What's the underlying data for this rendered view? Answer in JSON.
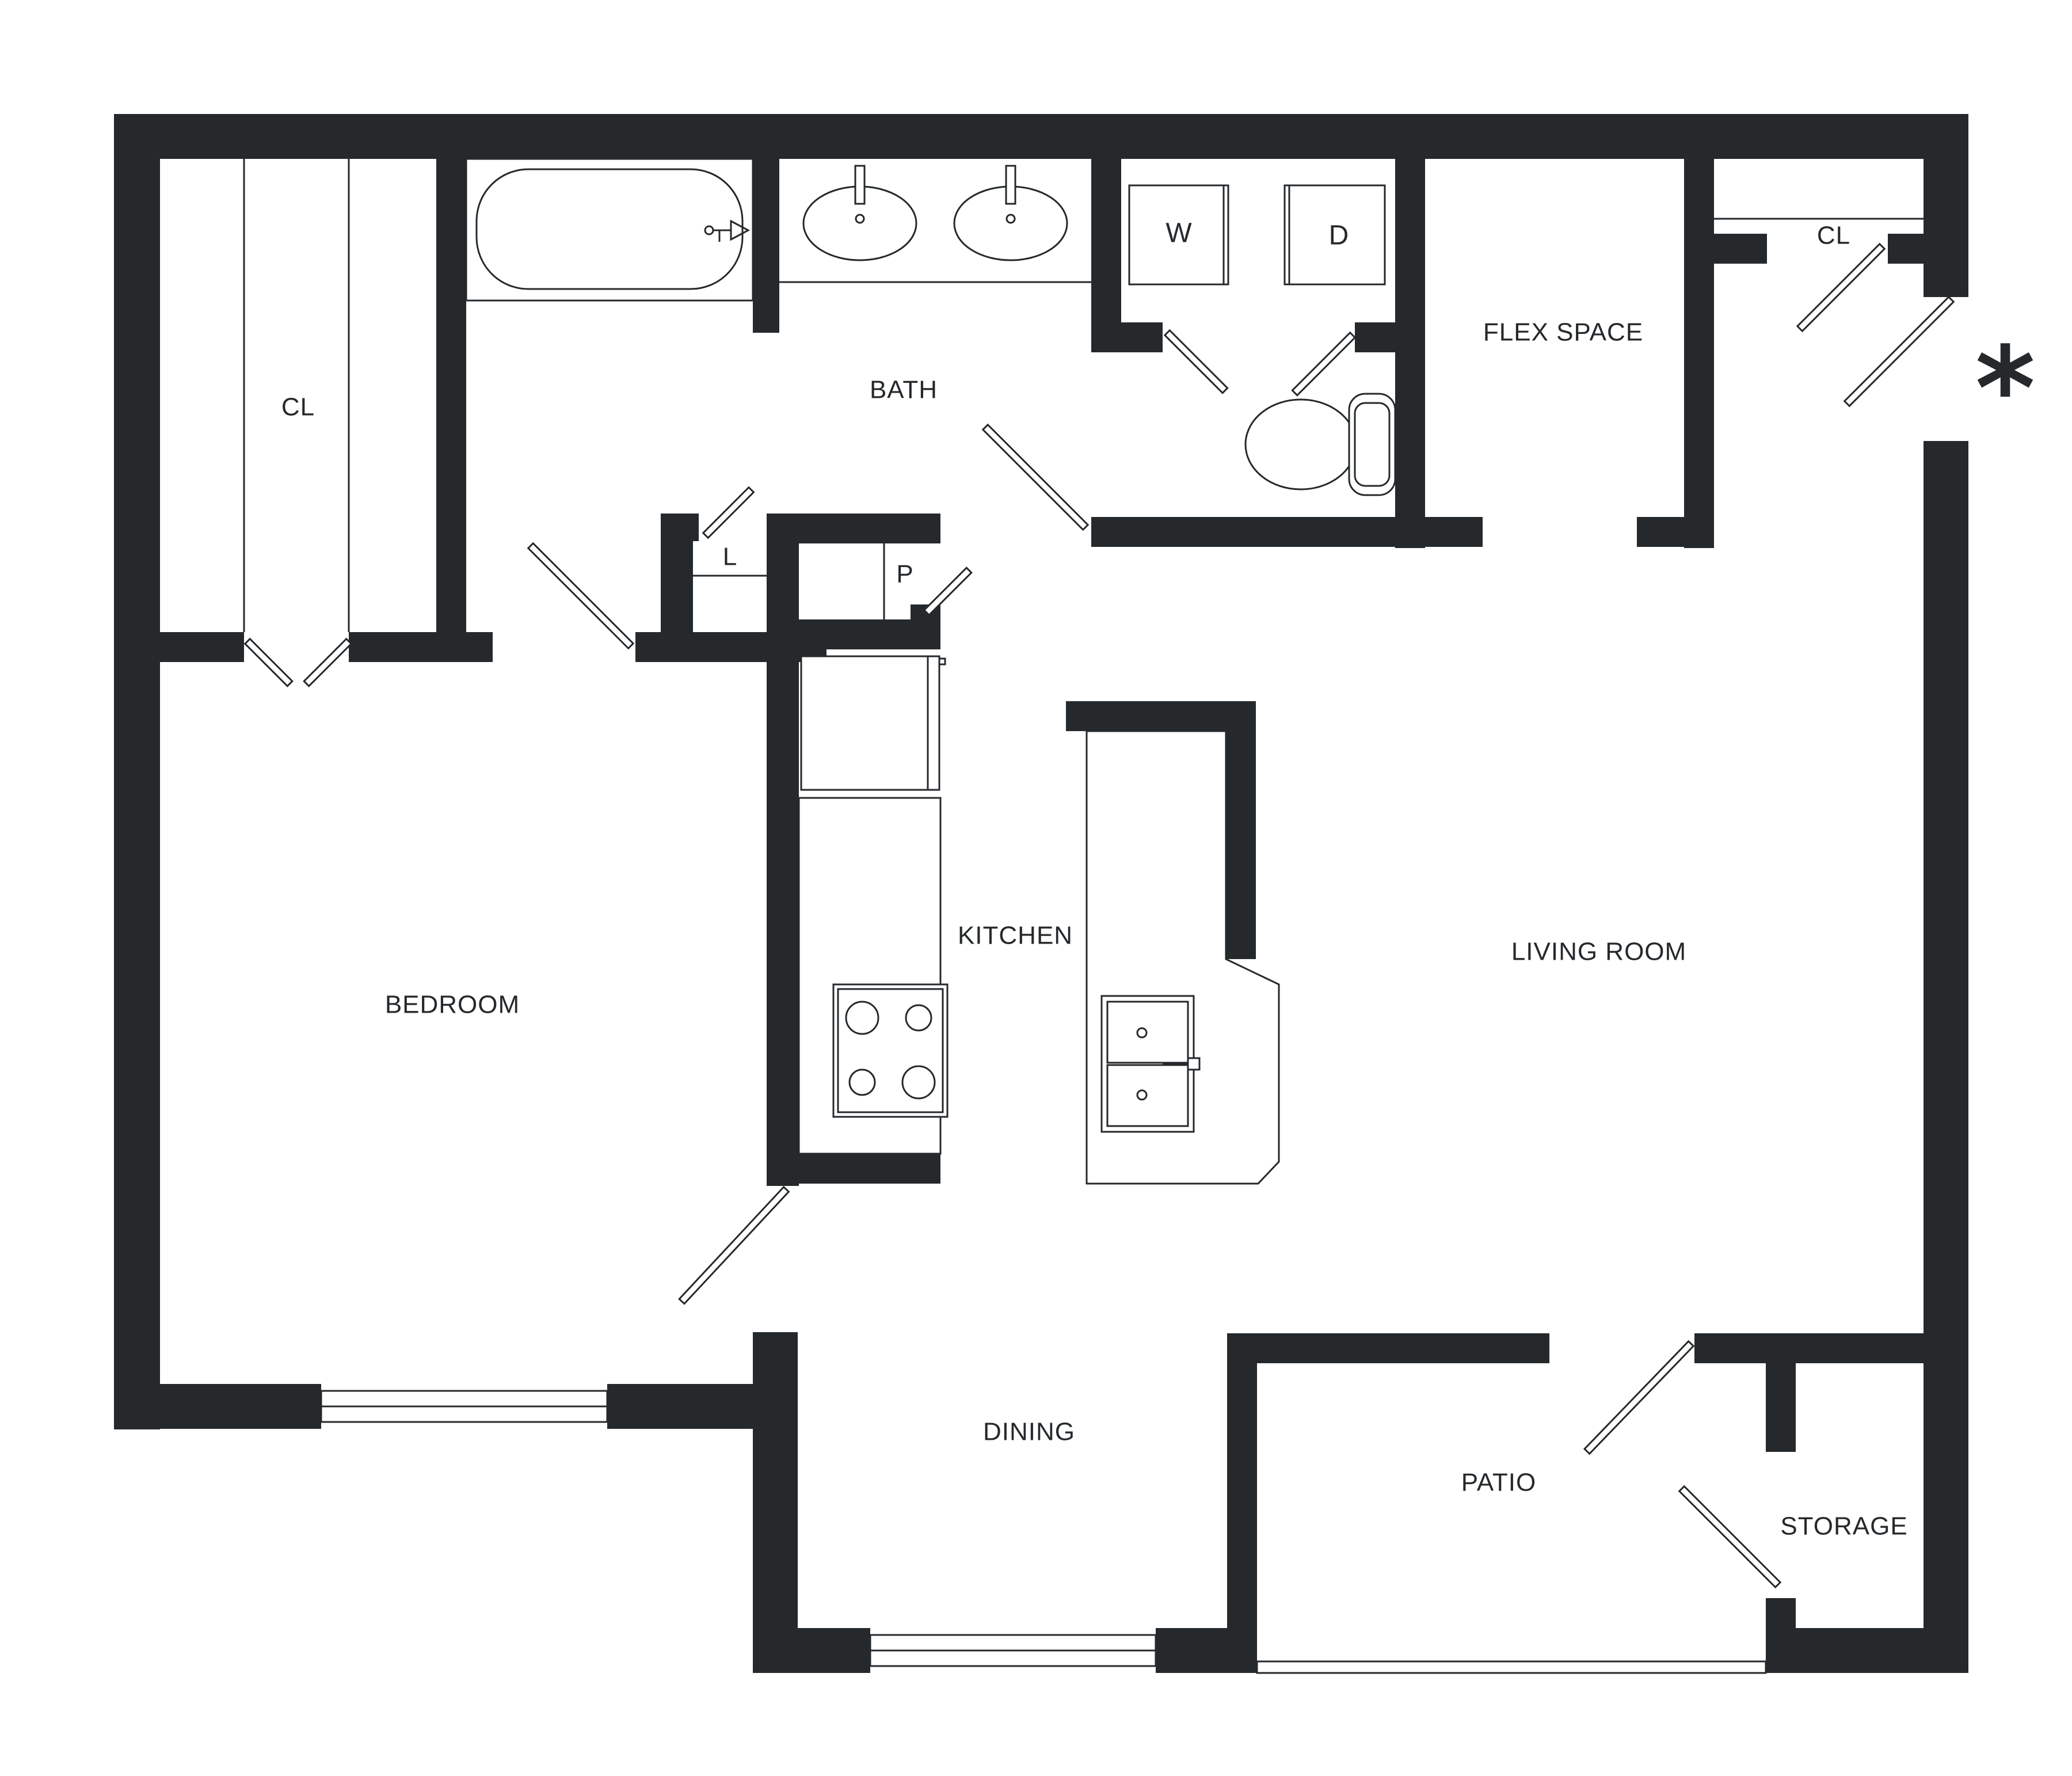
{
  "plan": {
    "rooms": {
      "closet_left": "CL",
      "bath": "BATH",
      "flex_space": "FLEX SPACE",
      "closet_right": "CL",
      "laundry_l": "L",
      "pantry_p": "P",
      "washer": "W",
      "dryer": "D",
      "kitchen": "KITCHEN",
      "bedroom": "BEDROOM",
      "living_room": "LIVING ROOM",
      "dining": "DINING",
      "patio": "PATIO",
      "storage": "STORAGE"
    },
    "entry_marker": "*",
    "colors": {
      "wall": "#25292c",
      "background": "#ffffff"
    }
  }
}
